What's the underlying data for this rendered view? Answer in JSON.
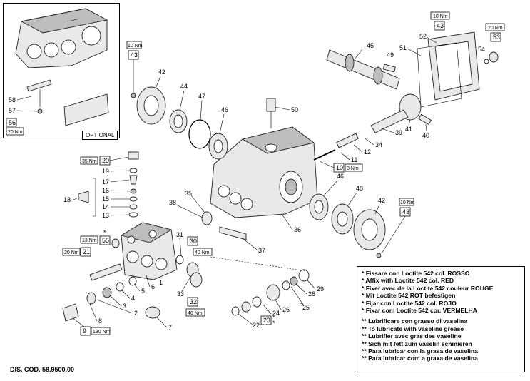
{
  "drawing_code": "DIS. COD. 58.9500.00",
  "optional_label": "OPTIONAL",
  "legend": {
    "single_star": [
      "*  Fissare con Loctite 542 col. ROSSO",
      "*  Affix with Loctite 542 col. RED",
      "*  Fixer avec de la Loctite 542 couleur ROUGE",
      "*  Mit Loctite 542 ROT befestigen",
      "*  Fijar con Loctite 542 col. ROJO",
      "*  Fixar com Loctite 542 cor. VERMELHA"
    ],
    "double_star": [
      "** Lubrificare con grasso di vaselina",
      "** To lubricate with vaseline grease",
      "** Lubrifier avec gras des vaseline",
      "** Sich mit fett zum vaselin schmieren",
      "** Para lubricar con la grasa de vaselina",
      "** Para lubricar com a graxa de vaselina"
    ]
  },
  "torque_specs": {
    "t43_top": "10 Nm",
    "t43_right": "10 Nm",
    "t43_bot": "10 Nm",
    "t53": "20 Nm",
    "t56": "20 Nm",
    "t20": "35 Nm",
    "t55": "13 Nm",
    "t21": "20 Nm",
    "t9": "130 Nm",
    "t30": "40 Nm",
    "t32": "40 Nm",
    "t10": "8 Nm"
  },
  "boxed_parts": {
    "p43_top": "43",
    "p43_right": "43",
    "p43_bot": "43",
    "p53": "53",
    "p56": "56",
    "p20": "20",
    "p55": "55",
    "p21": "21",
    "p9": "9",
    "p30": "30",
    "p32": "32",
    "p10": "10",
    "p23": "23"
  },
  "markers": {
    "star": "*",
    "double_star": "**"
  },
  "part_labels": {
    "l1": "1",
    "l2": "2",
    "l3": "3",
    "l4": "4",
    "l5": "5",
    "l6": "6",
    "l7": "7",
    "l8": "8",
    "l11": "11",
    "l12": "12",
    "l13": "13",
    "l14": "14",
    "l15": "15",
    "l16": "16",
    "l17": "17",
    "l18": "18",
    "l19": "19",
    "l22": "22",
    "l24": "24",
    "l25": "25",
    "l26": "26",
    "l28": "28",
    "l29": "29",
    "l31": "31",
    "l33": "33",
    "l34": "34",
    "l35": "35",
    "l36": "36",
    "l37": "37",
    "l38": "38",
    "l39": "39",
    "l40": "40",
    "l41": "41",
    "l42a": "42",
    "l42b": "42",
    "l44": "44",
    "l45": "45",
    "l46a": "46",
    "l46b": "46",
    "l47": "47",
    "l48": "48",
    "l49": "49",
    "l50": "50",
    "l51": "51",
    "l52": "52",
    "l54": "54",
    "l57": "57",
    "l58": "58"
  },
  "icons": {
    "pump_housing": "crankcase-drawing",
    "manifold": "manifold-drawing"
  }
}
